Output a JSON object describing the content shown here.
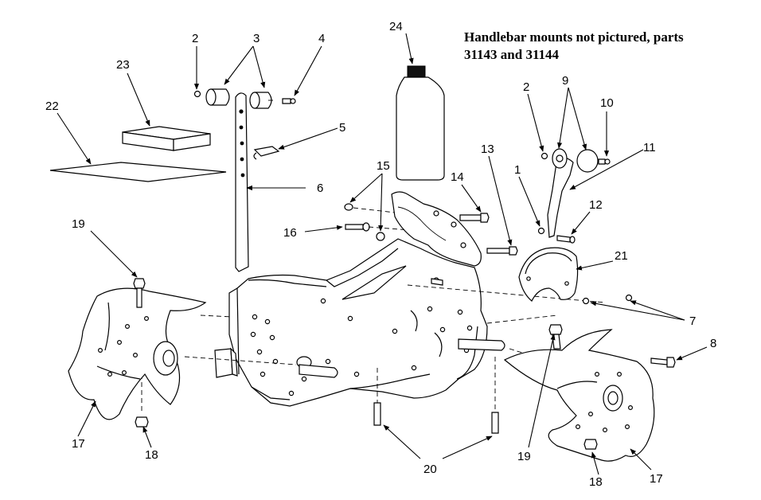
{
  "note": {
    "line1": "Handlebar mounts not pictured, parts",
    "line2": "31143 and 31144"
  },
  "callouts": {
    "c1": "1",
    "c2a": "2",
    "c2b": "2",
    "c3": "3",
    "c4": "4",
    "c5": "5",
    "c6": "6",
    "c7": "7",
    "c8": "8",
    "c9": "9",
    "c10": "10",
    "c11": "11",
    "c12": "12",
    "c13": "13",
    "c14": "14",
    "c15": "15",
    "c16": "16",
    "c17a": "17",
    "c17b": "17",
    "c18a": "18",
    "c18b": "18",
    "c19a": "19",
    "c19b": "19",
    "c20": "20",
    "c21": "21",
    "c22": "22",
    "c23": "23",
    "c24": "24"
  }
}
